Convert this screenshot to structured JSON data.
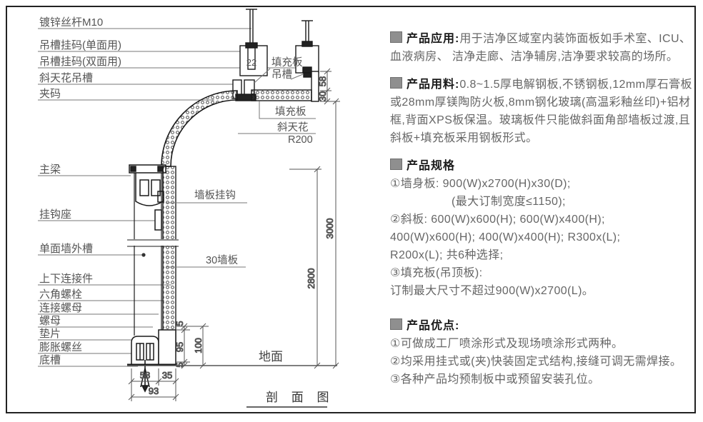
{
  "drawing": {
    "caption": "剖 面 图",
    "ground_label": "地面",
    "left_labels": [
      "镀锌丝杆M10",
      "吊槽挂码(单面用)",
      "吊槽挂码(双面用)",
      "斜天花吊槽",
      "夹码",
      "主梁",
      "挂钩座",
      "单面墙外槽",
      "上下连接件",
      "六角螺栓",
      "连接螺母",
      "螺母",
      "垫片",
      "膨胀螺丝",
      "底槽"
    ],
    "part_labels": {
      "filler_channel_line1": "填充板",
      "filler_channel_line2": "吊槽",
      "filler_panel": "填充板",
      "slant_ceiling": "斜天花",
      "radius": "R200",
      "wall_hook": "墙板挂钩",
      "wall_panel": "30墙板"
    },
    "dimensions": {
      "top_gap": "22",
      "d58_top": "58",
      "d30_top": "30",
      "d3000": "3000",
      "d2800": "2800",
      "d5_top": "5",
      "d95": "95",
      "d5_bottom": "5",
      "d100": "100",
      "d58_bottom": "58",
      "d35": "35",
      "d93": "93"
    }
  },
  "sections": {
    "application": {
      "heading": "产品应用:",
      "body": "用于洁净区域室内装饰面板如手术室、ICU、血液病房、 洁净走廊、洁净辅房,洁净要求较高的场所。"
    },
    "materials": {
      "heading": "产品用料:",
      "body": "0.8~1.5厚电解钢板,不锈钢板,12mm厚石膏板或28mm厚镁陶防火板,8mm钢化玻璃(高温彩釉丝印)+铝材框,背面XPS板保温。玻璃板件只能做斜面角部墙板过渡,且斜板+填充板采用钢板形式。"
    },
    "specs": {
      "heading": "产品规格",
      "lines": [
        "①墙身板: 900(W)x2700(H)x30(D);",
        "(最大订制宽度≤1150);",
        "②斜板: 600(W)x600(H); 600(W)x400(H);",
        "400(W)x600(H); 400(W)x400(H); R300x(L);",
        "R200x(L); 共6种选择;",
        "③填充板(吊顶板):",
        "订制最大尺寸不超过900(W)x2700(L)。"
      ]
    },
    "advantages": {
      "heading": "产品优点:",
      "lines": [
        "①可做成工厂喷涂形式及现场喷涂形式两种。",
        "②均采用挂式或(夹)快装固定式结构,接缝可调无需焊接。",
        "③各种产品均预制板中或预留安装孔位。"
      ]
    }
  }
}
